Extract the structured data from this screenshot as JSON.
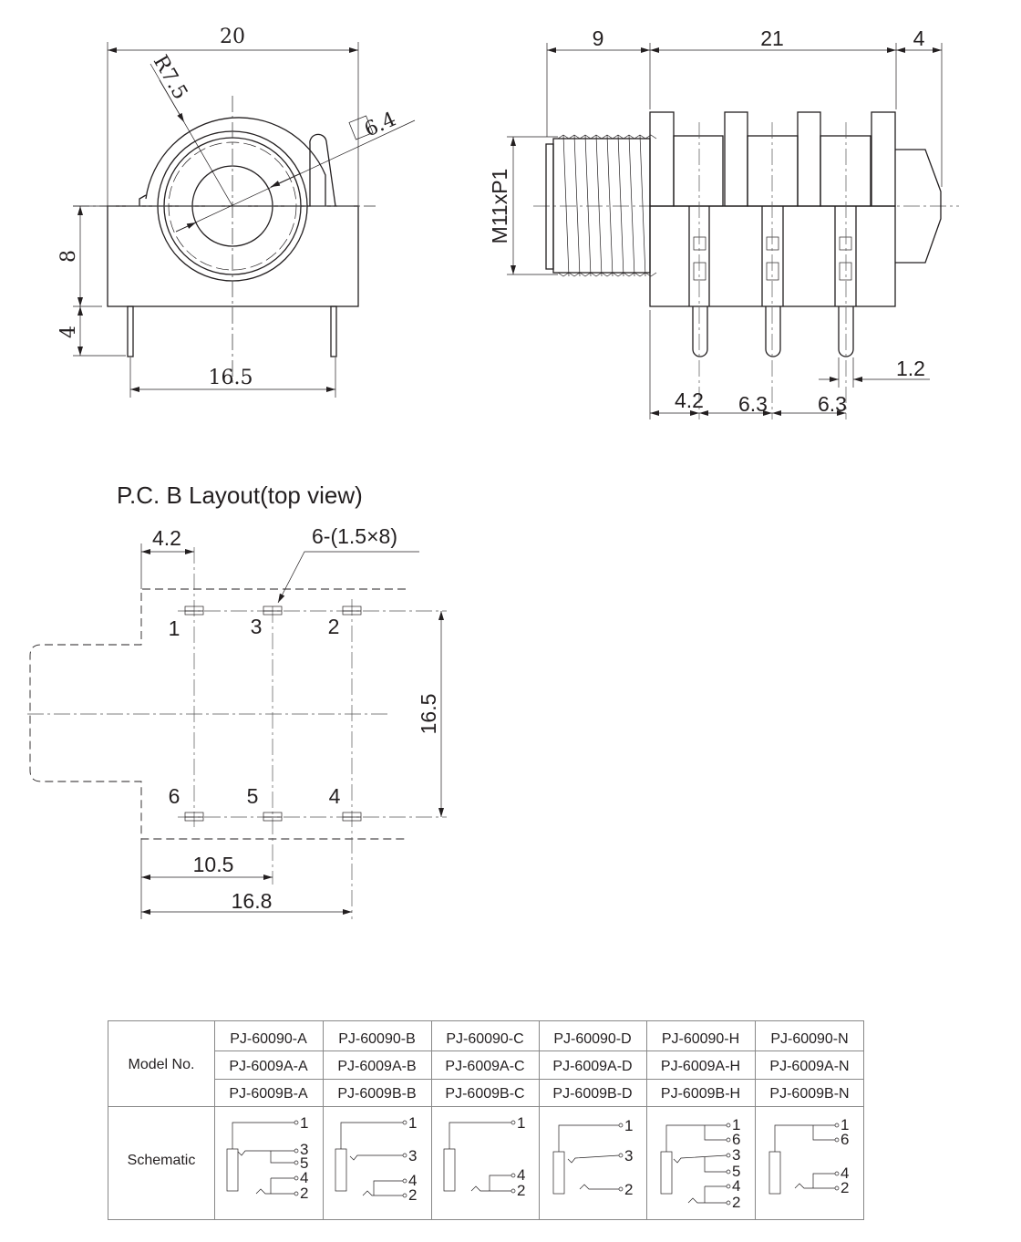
{
  "front_view": {
    "dim_width": "20",
    "dim_radius": "R7.5",
    "dim_bore": "6.4",
    "dim_body_height": "8",
    "dim_pin_length": "4",
    "dim_pin_span": "16.5"
  },
  "side_view": {
    "dim_thread_length": "9",
    "dim_body_length": "21",
    "dim_nose_length": "4",
    "thread_spec": "M11xP1",
    "dim_pin_width": "1.2",
    "dim_first_pin": "4.2",
    "dim_pitch_1": "6.3",
    "dim_pitch_2": "6.3"
  },
  "pcb_layout": {
    "title": "P.C. B Layout(top view)",
    "dim_offset": "4.2",
    "hole_spec": "6-(1.5×8)",
    "dim_row_spacing": "16.5",
    "dim_mid": "10.5",
    "dim_total": "16.8",
    "pin_labels": [
      "1",
      "3",
      "2",
      "6",
      "5",
      "4"
    ]
  },
  "table": {
    "model_header": "Model No.",
    "schematic_header": "Schematic",
    "models": [
      [
        "PJ-60090-A",
        "PJ-60090-B",
        "PJ-60090-C",
        "PJ-60090-D",
        "PJ-60090-H",
        "PJ-60090-N"
      ],
      [
        "PJ-6009A-A",
        "PJ-6009A-B",
        "PJ-6009A-C",
        "PJ-6009A-D",
        "PJ-6009A-H",
        "PJ-6009A-N"
      ],
      [
        "PJ-6009B-A",
        "PJ-6009B-B",
        "PJ-6009B-C",
        "PJ-6009B-D",
        "PJ-6009B-H",
        "PJ-6009B-N"
      ]
    ],
    "schematics": [
      [
        "1",
        "3",
        "5",
        "4",
        "2"
      ],
      [
        "1",
        "3",
        "4",
        "2"
      ],
      [
        "1",
        "4",
        "2"
      ],
      [
        "1",
        "3",
        "2"
      ],
      [
        "1",
        "6",
        "3",
        "5",
        "4",
        "2"
      ],
      [
        "1",
        "6",
        "4",
        "2"
      ]
    ]
  }
}
